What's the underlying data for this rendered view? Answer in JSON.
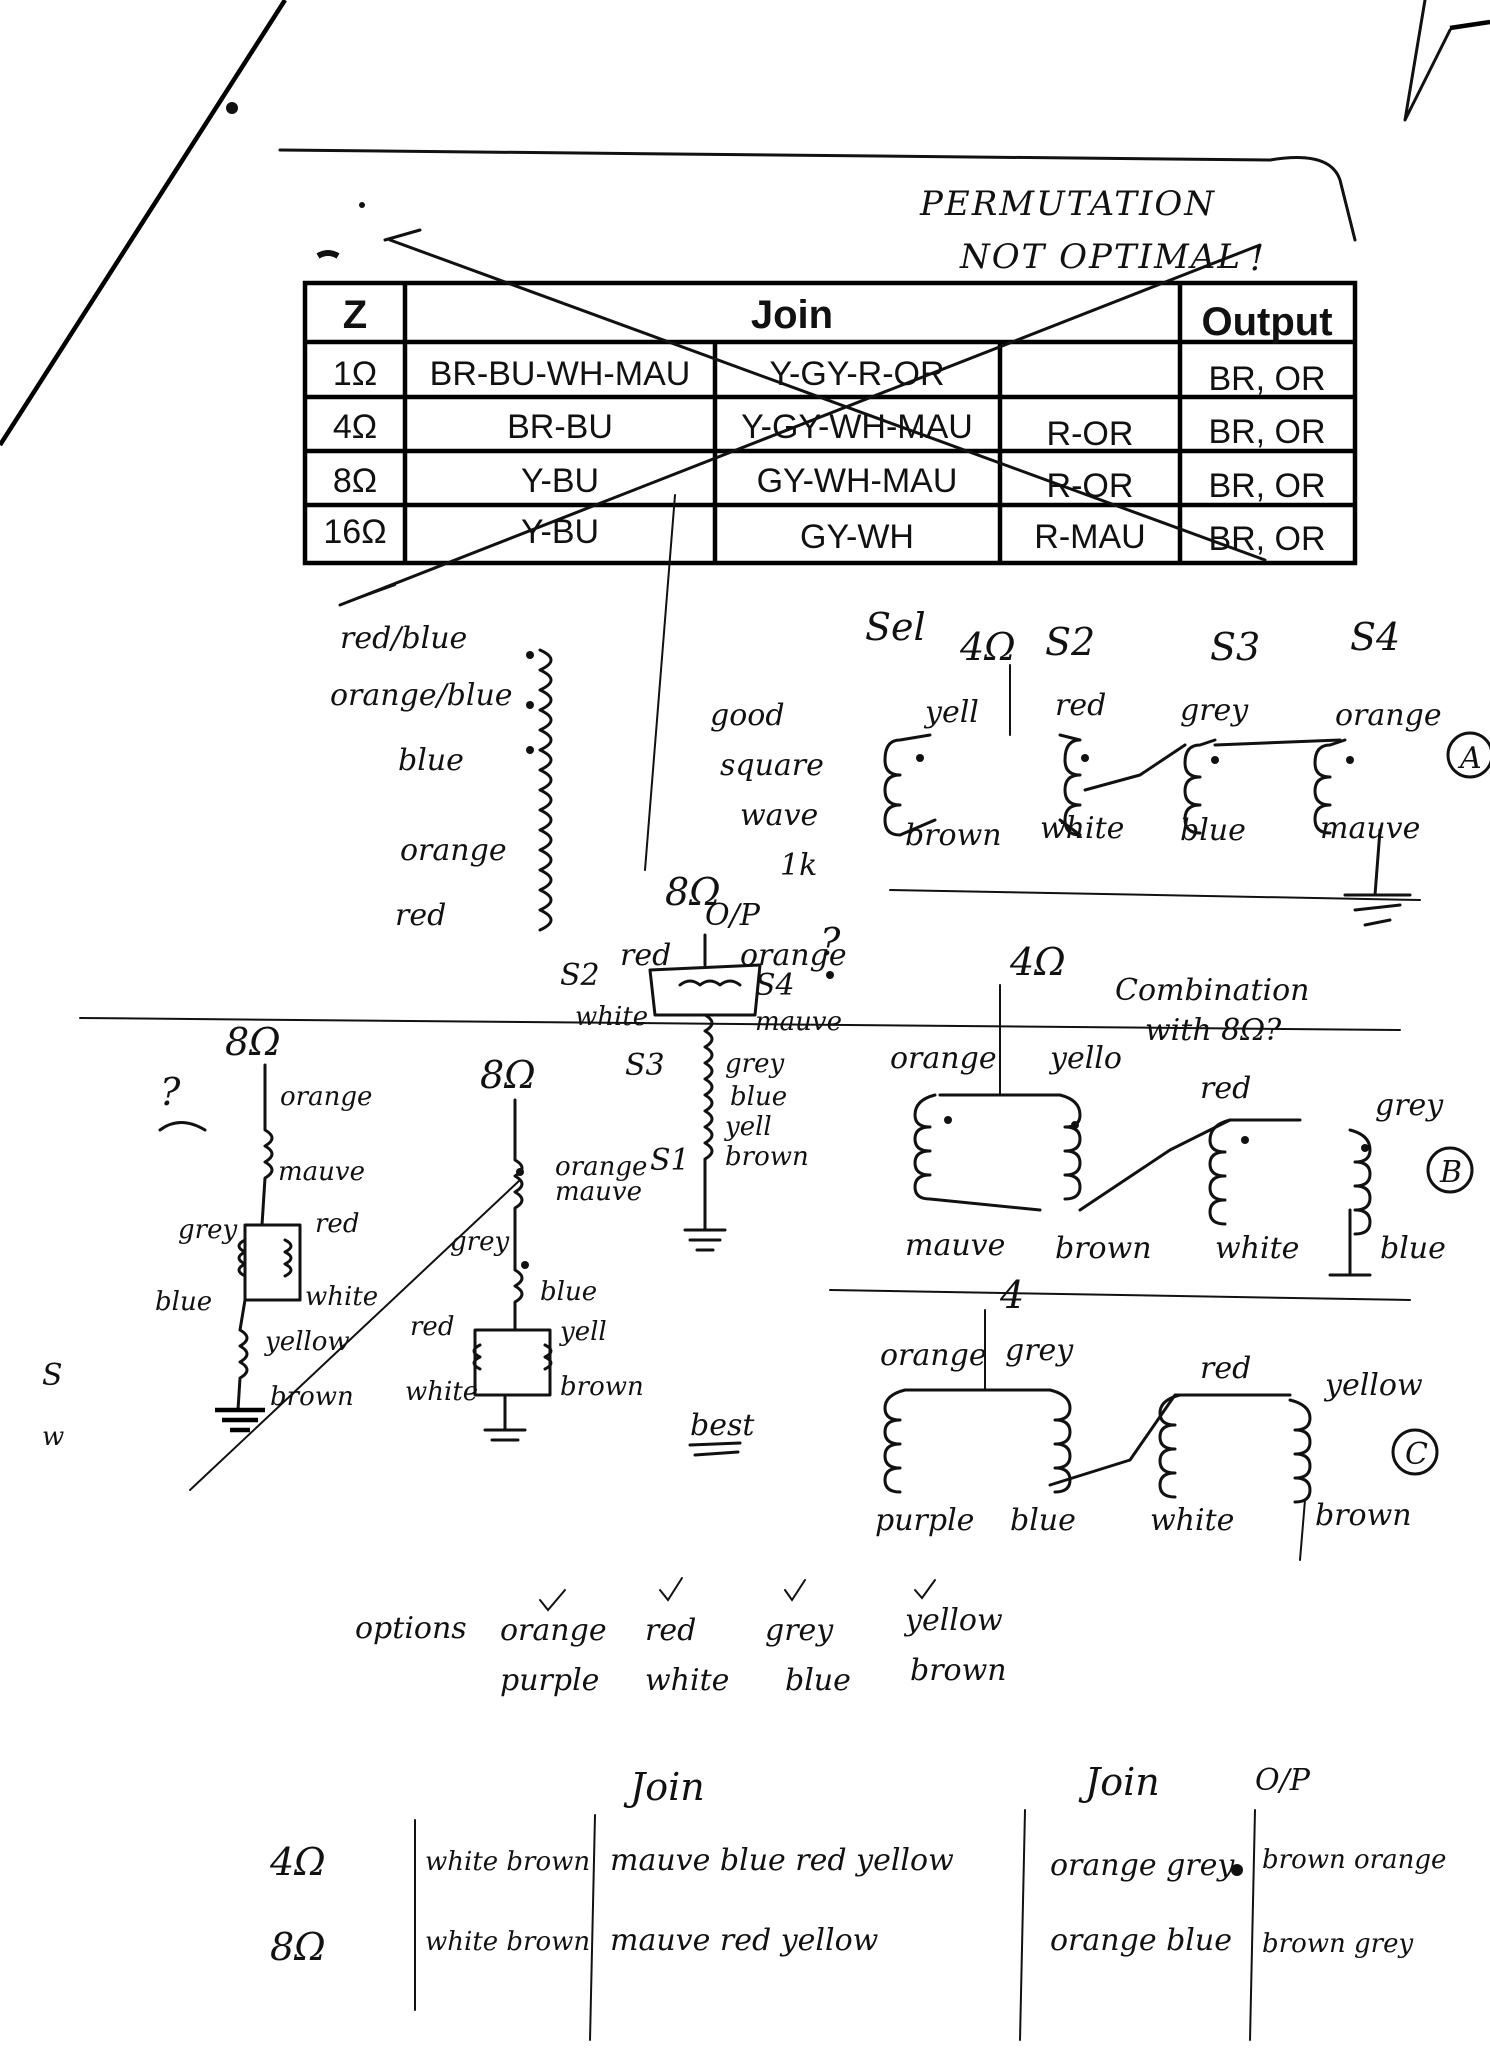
{
  "note_header": [
    "PERMUTATION",
    "NOT OPTIMAL"
  ],
  "table": {
    "headers": [
      "Z",
      "Join",
      "Output"
    ],
    "rows": [
      {
        "z": "1Ω",
        "j1": "BR-BU-WH-MAU",
        "j2": "Y-GY-R-OR",
        "j3": "",
        "out": "BR, OR"
      },
      {
        "z": "4Ω",
        "j1": "BR-BU",
        "j2": "Y-GY-WH-MAU",
        "j3": "R-OR",
        "out": "BR, OR"
      },
      {
        "z": "8Ω",
        "j1": "Y-BU",
        "j2": "GY-WH-MAU",
        "j3": "R-OR",
        "out": "BR, OR"
      },
      {
        "z": "16Ω",
        "j1": "Y-BU",
        "j2": "GY-WH",
        "j3": "R-MAU",
        "out": "BR, OR"
      }
    ]
  },
  "winding_left_labels": [
    "red/blue",
    "orange/blue",
    "blue",
    "orange",
    "red"
  ],
  "good_note": [
    "good",
    "square",
    "wave",
    "1k"
  ],
  "diagram_a": {
    "heads": [
      "Sel",
      "4Ω",
      "S2",
      "S3",
      "S4"
    ],
    "top": [
      "yell",
      "red",
      "grey",
      "orange"
    ],
    "bottom": [
      "brown",
      "white",
      "blue",
      "mauve"
    ],
    "tag": "A"
  },
  "diagram_b": {
    "note": [
      "Combination",
      "with 8Ω?"
    ],
    "head": "4Ω",
    "top": [
      "orange",
      "yello",
      "red",
      "grey"
    ],
    "bottom": [
      "mauve",
      "brown",
      "white",
      "blue"
    ],
    "tag": "B"
  },
  "diagram_c": {
    "head": "4",
    "top": [
      "orange",
      "grey",
      "red",
      "yellow"
    ],
    "bottom": [
      "purple",
      "blue",
      "white",
      "brown"
    ],
    "tag": "C"
  },
  "center_circuit": {
    "head": [
      "8Ω",
      "O/P"
    ],
    "q": "?",
    "labels": [
      "red",
      "orange",
      "S2",
      "S4",
      "white",
      "mauve",
      "S3",
      "grey",
      "blue",
      "yell",
      "S1",
      "brown"
    ]
  },
  "left_circuit": {
    "q": "?",
    "head": "8Ω",
    "labels": [
      "orange",
      "mauve",
      "grey",
      "red",
      "blue",
      "white",
      "yellow",
      "brown"
    ]
  },
  "mid_circuit": {
    "head": "8Ω",
    "labels": [
      "orange",
      "mauve",
      "grey",
      "blue",
      "red",
      "yell",
      "white",
      "brown"
    ]
  },
  "best_note": "best",
  "options": {
    "label": "options",
    "top": [
      "orange",
      "red",
      "grey",
      "yellow"
    ],
    "bottom": [
      "purple",
      "white",
      "blue",
      "brown"
    ]
  },
  "bottom_table": {
    "heads": [
      "Join",
      "Join",
      "O/P"
    ],
    "rows": [
      {
        "z": "4Ω",
        "c1": "white brown",
        "c2": "mauve  blue  red yellow",
        "c3": "orange  grey",
        "c4": "brown orange"
      },
      {
        "z": "8Ω",
        "c1": "white brown",
        "c2": "mauve  red yellow",
        "c3": "orange  blue",
        "c4": "brown  grey"
      }
    ]
  },
  "margin_marks": [
    "S",
    "w"
  ]
}
